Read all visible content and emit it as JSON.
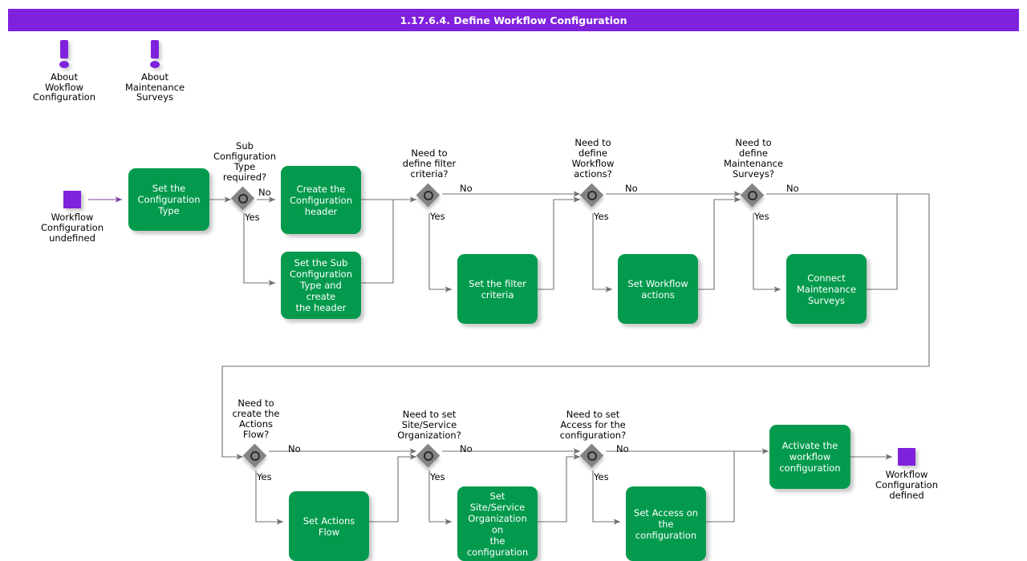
{
  "header": {
    "title": "1.17.6.4. Define Workflow Configuration",
    "bar_color": "#7F22DD",
    "text_color": "#FFFFFF"
  },
  "theme": {
    "task_fill": "#049A4D",
    "task_text": "#FFFFFF",
    "gateway_fill": "#848484",
    "terminator_fill": "#7F22DD",
    "edge_color": "#707070",
    "start_edge_color": "#7B3FA0",
    "background": "#FFFFFF"
  },
  "notes": [
    {
      "id": "note-about-workflow-configuration",
      "icon": "exclamation-icon",
      "label": "About\nWokflow\nConfiguration"
    },
    {
      "id": "note-about-maintenance-surveys",
      "icon": "exclamation-icon",
      "label": "About\nMaintenance\nSurveys"
    }
  ],
  "terminators": [
    {
      "id": "start-workflow-configuration-undefined",
      "kind": "start",
      "label": "Workflow\nConfiguration\nundefined"
    },
    {
      "id": "end-workflow-configuration-defined",
      "kind": "end",
      "label": "Workflow\nConfiguration\ndefined"
    }
  ],
  "tasks": [
    {
      "id": "task-set-configuration-type",
      "label": "Set the\nConfiguration\nType"
    },
    {
      "id": "task-create-configuration-header",
      "label": "Create the\nConfiguration\nheader"
    },
    {
      "id": "task-set-sub-configuration-type",
      "label": "Set the Sub\nConfiguration\nType and create\nthe header"
    },
    {
      "id": "task-set-filter-criteria",
      "label": "Set the filter\ncriteria"
    },
    {
      "id": "task-set-workflow-actions",
      "label": "Set Workflow\nactions"
    },
    {
      "id": "task-connect-maintenance-surveys",
      "label": "Connect\nMaintenance\nSurveys"
    },
    {
      "id": "task-set-actions-flow",
      "label": "Set Actions Flow"
    },
    {
      "id": "task-set-site-service-organization",
      "label": "Set Site/Service\nOrganization on\nthe configuration"
    },
    {
      "id": "task-set-access-on-configuration",
      "label": "Set Access on\nthe configuration"
    },
    {
      "id": "task-activate-workflow-configuration",
      "label": "Activate the\nworkflow\nconfiguration"
    }
  ],
  "gateways": [
    {
      "id": "gw-sub-configuration-type",
      "question": "Sub\nConfiguration\nType\nrequired?",
      "yes_label": "Yes",
      "no_label": "No"
    },
    {
      "id": "gw-define-filter-criteria",
      "question": "Need to\ndefine filter\ncriteria?",
      "yes_label": "Yes",
      "no_label": "No"
    },
    {
      "id": "gw-define-workflow-actions",
      "question": "Need to\ndefine\nWorkflow\nactions?",
      "yes_label": "Yes",
      "no_label": "No"
    },
    {
      "id": "gw-define-maintenance-surveys",
      "question": "Need to\ndefine\nMaintenance\nSurveys?",
      "yes_label": "Yes",
      "no_label": "No"
    },
    {
      "id": "gw-create-actions-flow",
      "question": "Need to\ncreate the\nActions\nFlow?",
      "yes_label": "Yes",
      "no_label": "No"
    },
    {
      "id": "gw-set-site-service-org",
      "question": "Need to set\nSite/Service\nOrganization?",
      "yes_label": "Yes",
      "no_label": "No"
    },
    {
      "id": "gw-set-access",
      "question": "Need to set\nAccess for the\nconfiguration?",
      "yes_label": "Yes",
      "no_label": "No"
    }
  ]
}
